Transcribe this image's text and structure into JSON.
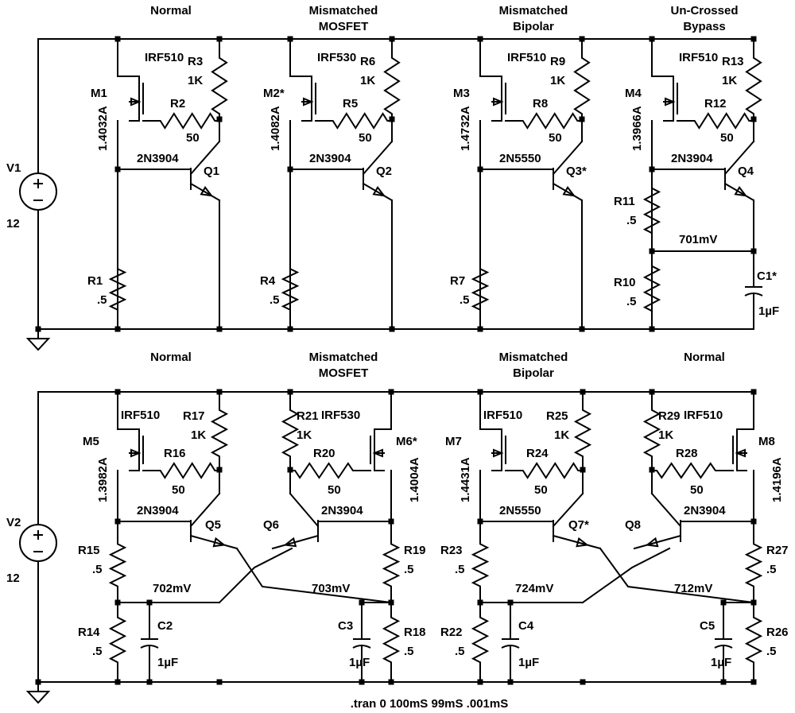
{
  "panels": [
    {
      "title": "Normal"
    },
    {
      "title": "Mismatched",
      "title2": "MOSFET"
    },
    {
      "title": "Mismatched",
      "title2": "Bipolar"
    },
    {
      "title": "Un-Crossed",
      "title2": "Bypass"
    },
    {
      "title": "Normal"
    },
    {
      "title": "Mismatched",
      "title2": "MOSFET"
    },
    {
      "title": "Mismatched",
      "title2": "Bipolar"
    },
    {
      "title": "Normal"
    }
  ],
  "sources": [
    {
      "ref": "V1",
      "value": "12"
    },
    {
      "ref": "V2",
      "value": "12"
    }
  ],
  "stages": [
    {
      "mos": "M1",
      "mos_model": "IRF510",
      "current": "1.4032A",
      "rgate": "R3",
      "rgate_val": "1K",
      "rfb": "R2",
      "rfb_val": "50",
      "bjt": "Q1",
      "bjt_model": "2N3904",
      "rsense": "R1",
      "rsense_val": ".5"
    },
    {
      "mos": "M2*",
      "mos_model": "IRF530",
      "current": "1.4082A",
      "rgate": "R6",
      "rgate_val": "1K",
      "rfb": "R5",
      "rfb_val": "50",
      "bjt": "Q2",
      "bjt_model": "2N3904",
      "rsense": "R4",
      "rsense_val": ".5"
    },
    {
      "mos": "M3",
      "mos_model": "IRF510",
      "current": "1.4732A",
      "rgate": "R9",
      "rgate_val": "1K",
      "rfb": "R8",
      "rfb_val": "50",
      "bjt": "Q3*",
      "bjt_model": "2N5550",
      "rsense": "R7",
      "rsense_val": ".5"
    },
    {
      "mos": "M4",
      "mos_model": "IRF510",
      "current": "1.3966A",
      "rgate": "R13",
      "rgate_val": "1K",
      "rfb": "R12",
      "rfb_val": "50",
      "bjt": "Q4",
      "bjt_model": "2N3904",
      "rtop": "R11",
      "rtop_val": ".5",
      "rbot": "R10",
      "rbot_val": ".5",
      "node_v": "701mV",
      "cap": "C1*",
      "cap_val": "1µF"
    },
    {
      "mos": "M5",
      "mos_model": "IRF510",
      "current": "1.3982A",
      "rgate": "R17",
      "rgate_val": "1K",
      "rfb": "R16",
      "rfb_val": "50",
      "bjt": "Q5",
      "bjt_model": "2N3904",
      "rtop": "R15",
      "rtop_val": ".5",
      "rbot": "R14",
      "rbot_val": ".5",
      "node_v": "702mV",
      "cap": "C2",
      "cap_val": "1µF"
    },
    {
      "mos": "M6*",
      "mos_model": "IRF530",
      "current": "1.4004A",
      "rgate": "R21",
      "rgate_val": "1K",
      "rfb": "R20",
      "rfb_val": "50",
      "bjt": "Q6",
      "bjt_model": "2N3904",
      "rtop": "R19",
      "rtop_val": ".5",
      "rbot": "R18",
      "rbot_val": ".5",
      "node_v": "703mV",
      "cap": "C3",
      "cap_val": "1µF"
    },
    {
      "mos": "M7",
      "mos_model": "IRF510",
      "current": "1.4431A",
      "rgate": "R25",
      "rgate_val": "1K",
      "rfb": "R24",
      "rfb_val": "50",
      "bjt": "Q7*",
      "bjt_model": "2N5550",
      "rtop": "R23",
      "rtop_val": ".5",
      "rbot": "R22",
      "rbot_val": ".5",
      "node_v": "724mV",
      "cap": "C4",
      "cap_val": "1µF"
    },
    {
      "mos": "M8",
      "mos_model": "IRF510",
      "current": "1.4196A",
      "rgate": "R29",
      "rgate_val": "1K",
      "rfb": "R28",
      "rfb_val": "50",
      "bjt": "Q8",
      "bjt_model": "2N3904",
      "rtop": "R27",
      "rtop_val": ".5",
      "rbot": "R26",
      "rbot_val": ".5",
      "node_v": "712mV",
      "cap": "C5",
      "cap_val": "1µF"
    }
  ],
  "directive": ".tran 0 100mS 99mS .001mS"
}
